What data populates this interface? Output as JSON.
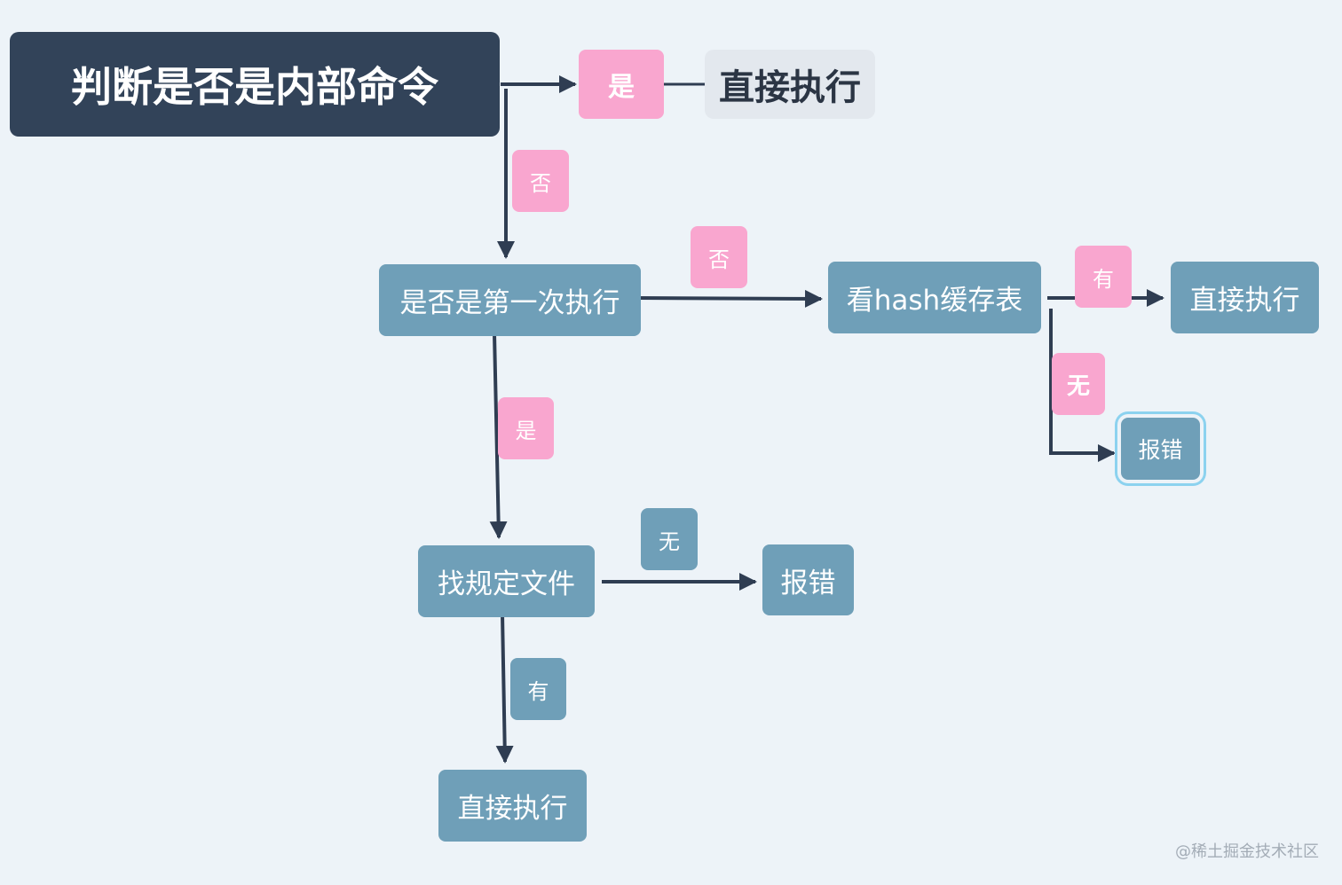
{
  "nodes": {
    "root": "判断是否是内部命令",
    "exec_direct_1": "直接执行",
    "first_exec": "是否是第一次执行",
    "hash_table": "看hash缓存表",
    "exec_direct_2": "直接执行",
    "error_1": "报错",
    "find_file": "找规定文件",
    "error_2": "报错",
    "exec_direct_3": "直接执行"
  },
  "edge_labels": {
    "root_yes": "是",
    "root_no": "否",
    "first_no": "否",
    "first_yes": "是",
    "hash_have": "有",
    "hash_none": "无",
    "find_none": "无",
    "find_have": "有"
  },
  "watermark": "@稀土掘金技术社区",
  "colors": {
    "background": "#edf3f8",
    "root_fill": "#324359",
    "node_fill": "#6f9fb8",
    "label_pink": "#f9a6cf",
    "edge": "#2f3d52",
    "selection": "#8cd2ef"
  }
}
